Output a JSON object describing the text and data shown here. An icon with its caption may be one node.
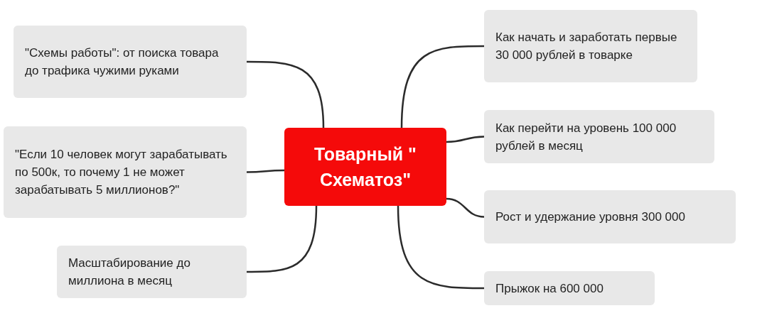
{
  "diagram": {
    "nodes": [
      {
        "text": [
          "Товарный \" Схематоз\""
        ]
      },
      {
        "text": [
          "\"Схемы работы\": от поиска товара до трафика чужими руками"
        ]
      },
      {
        "text": [
          "\"Если 10 человек могут зарабатывать по 500к, то почему 1 не может зарабатывать 5 миллионов?\""
        ]
      },
      {
        "text": [
          "Масштабирование до миллиона в месяц"
        ]
      },
      {
        "text": [
          "Как начать и заработать первые 30 000 рублей в товарке"
        ]
      },
      {
        "text": [
          "Как перейти на уровень 100 000 рублей в месяц"
        ]
      },
      {
        "text": [
          "Рост и удержание уровня 300 000"
        ]
      },
      {
        "text": [
          "Прыжок на 600 000"
        ]
      }
    ],
    "edges": [
      {
        "from": 0,
        "to": 1,
        "arrow": "none"
      },
      {
        "from": 0,
        "to": 2,
        "arrow": "none"
      },
      {
        "from": 0,
        "to": 3,
        "arrow": "none"
      },
      {
        "from": 0,
        "to": 4,
        "arrow": "none"
      },
      {
        "from": 0,
        "to": 5,
        "arrow": "none"
      },
      {
        "from": 0,
        "to": 6,
        "arrow": "none"
      },
      {
        "from": 0,
        "to": 7,
        "arrow": "none"
      }
    ]
  }
}
